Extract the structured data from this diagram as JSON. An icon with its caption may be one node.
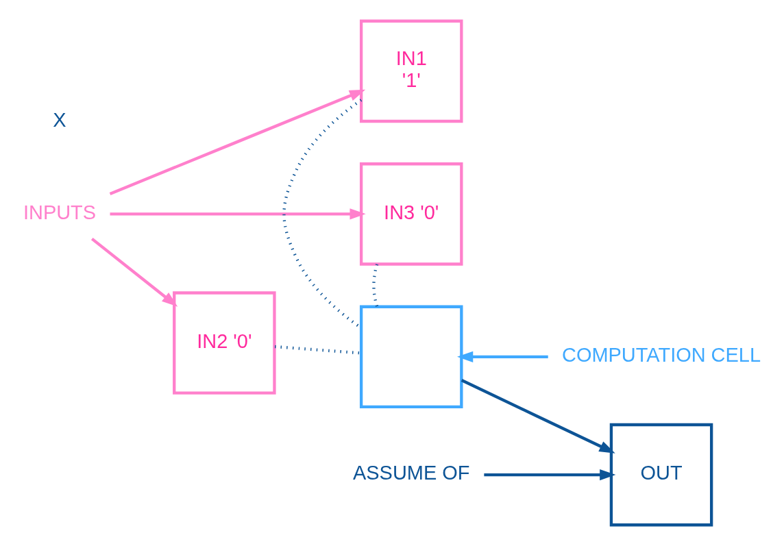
{
  "diagram": {
    "nodes": [
      {
        "text": [
          "INPUTS"
        ]
      },
      {
        "text": [
          "IN1",
          "'1'"
        ]
      },
      {
        "text": [
          "IN2 '0'"
        ]
      },
      {
        "text": [],
        "shape": "box"
      },
      {
        "text": [
          "IN3 '0'"
        ]
      },
      {
        "text": [
          "OUT"
        ]
      },
      {
        "text": [
          "COMPUTATION CELL"
        ]
      },
      {
        "text": [
          "ASSUME OF"
        ]
      }
    ],
    "edges": [
      {
        "from": 0,
        "to": 1,
        "arrow": "to",
        "color": "#ff80cc"
      },
      {
        "from": 0,
        "to": 2,
        "arrow": "to",
        "color": "#ff80cc"
      },
      {
        "from": 0,
        "to": 4,
        "arrow": "to",
        "color": "#ff80cc"
      },
      {
        "from": 1,
        "to": 3,
        "arrow": "none",
        "style": "dashed",
        "color": "#0d5496"
      },
      {
        "from": 2,
        "to": 3,
        "arrow": "none",
        "style": "dashed",
        "color": "#0d5496"
      },
      {
        "from": 4,
        "to": 3,
        "arrow": "none",
        "style": "dashed",
        "color": "#0d5496"
      },
      {
        "from": 3,
        "to": 5,
        "arrow": "to",
        "color": "#0d5496"
      },
      {
        "from": 6,
        "to": 3,
        "arrow": "to",
        "color": "#3fa9ff"
      },
      {
        "from": 7,
        "to": 5,
        "arrow": "to",
        "color": "#0d5496"
      }
    ],
    "labels": [
      "X"
    ]
  }
}
